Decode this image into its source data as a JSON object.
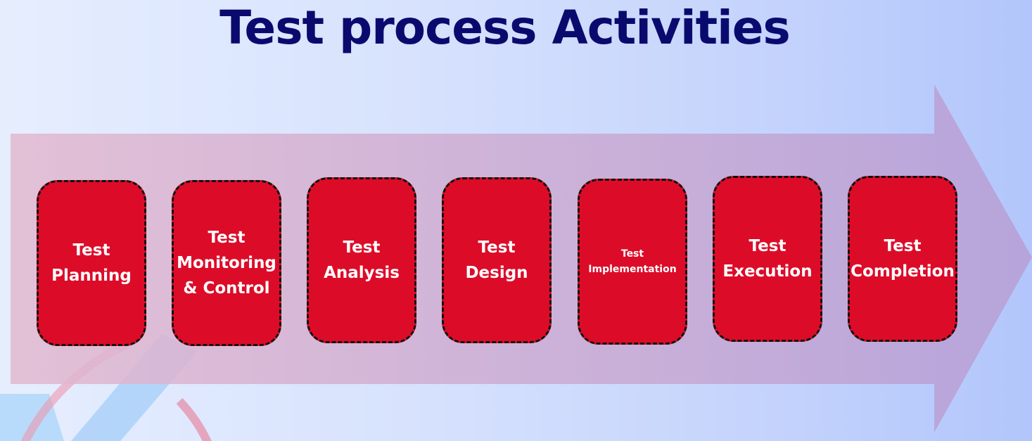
{
  "title": "Test process Activities",
  "steps": [
    {
      "label": "Test\nPlanning"
    },
    {
      "label": "Test\nMonitoring\n& Control"
    },
    {
      "label": "Test\nAnalysis"
    },
    {
      "label": "Test\nDesign"
    },
    {
      "label": "Test\nImplementation"
    },
    {
      "label": "Test\nExecution"
    },
    {
      "label": "Test\nCompletion"
    }
  ],
  "colors": {
    "title": "#0a0a6e",
    "step_fill": "#dc0c29",
    "step_border": "#111111",
    "arrow": "#d8a9c6"
  }
}
